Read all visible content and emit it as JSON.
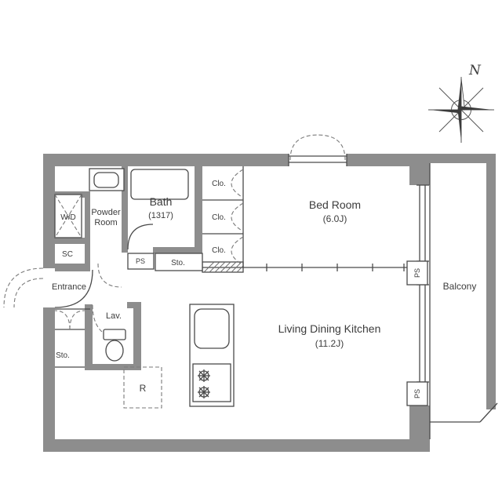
{
  "colors": {
    "wall": "#8d8d8d",
    "line": "#4a4a4a",
    "dash": "#7a7a7a",
    "text": "#3c3c3c",
    "background": "#ffffff"
  },
  "compass": {
    "north": "N"
  },
  "rooms": {
    "bath": {
      "name": "Bath",
      "size": "(1317)"
    },
    "powder": {
      "line1": "Powder",
      "line2": "Room"
    },
    "wd": {
      "name": "W/D"
    },
    "sc": {
      "name": "SC"
    },
    "entrance": {
      "name": "Entrance"
    },
    "lav": {
      "name": "Lav."
    },
    "storage_left": {
      "name": "Sto."
    },
    "fridge": {
      "name": "R"
    },
    "ps_center": {
      "name": "PS"
    },
    "storage_center": {
      "name": "Sto."
    },
    "closet1": {
      "name": "Clo."
    },
    "closet2": {
      "name": "Clo."
    },
    "closet3": {
      "name": "Clo."
    },
    "bedroom": {
      "name": "Bed Room",
      "size": "(6.0J)"
    },
    "ldk": {
      "name": "Living Dining Kitchen",
      "size": "(11.2J)"
    },
    "balcony": {
      "name": "Balcony"
    },
    "ps_right_top": {
      "name": "PS"
    },
    "ps_right_bottom": {
      "name": "PS"
    }
  }
}
